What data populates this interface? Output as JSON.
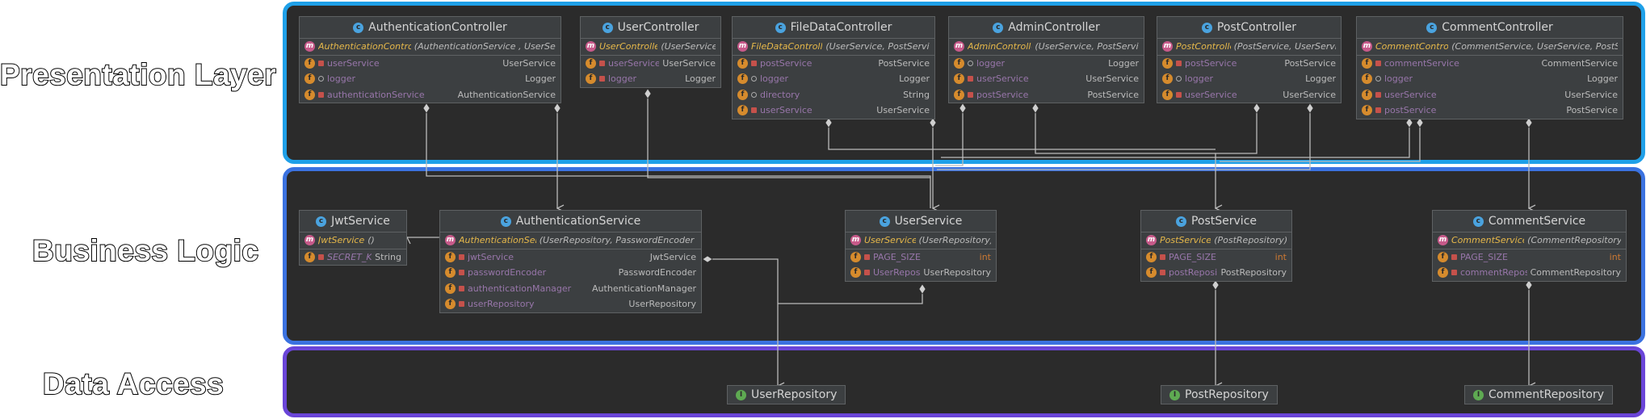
{
  "layers": {
    "presentation": "Presentation Layer",
    "business": "Business Logic",
    "data": "Data Access"
  },
  "colors": {
    "presentation_border": "#1fa0e8",
    "business_border": "#3b72e0",
    "data_border": "#6a45d8",
    "panel_bg": "#2b2b2b"
  },
  "classes": {
    "authController": {
      "name": "AuthenticationController",
      "ctor_name": "AuthenticationController",
      "ctor_args": "(AuthenticationService , UserService)",
      "fields": [
        {
          "name": "userService",
          "type": "UserService"
        },
        {
          "name": "logger",
          "type": "Logger"
        },
        {
          "name": "authenticationService",
          "type": "AuthenticationService"
        }
      ]
    },
    "userController": {
      "name": "UserController",
      "ctor_name": "UserController",
      "ctor_args": "(UserService)",
      "fields": [
        {
          "name": "userService",
          "type": "UserService"
        },
        {
          "name": "logger",
          "type": "Logger"
        }
      ]
    },
    "fileDataController": {
      "name": "FileDataController",
      "ctor_name": "FileDataController",
      "ctor_args": "(UserService, PostService)",
      "fields": [
        {
          "name": "postService",
          "type": "PostService"
        },
        {
          "name": "logger",
          "type": "Logger"
        },
        {
          "name": "directory",
          "type": "String"
        },
        {
          "name": "userService",
          "type": "UserService"
        }
      ]
    },
    "adminController": {
      "name": "AdminController",
      "ctor_name": "AdminController",
      "ctor_args": "(UserService, PostService)",
      "fields": [
        {
          "name": "logger",
          "type": "Logger"
        },
        {
          "name": "userService",
          "type": "UserService"
        },
        {
          "name": "postService",
          "type": "PostService"
        }
      ]
    },
    "postController": {
      "name": "PostController",
      "ctor_name": "PostController",
      "ctor_args": "(PostService, UserService)",
      "fields": [
        {
          "name": "postService",
          "type": "PostService"
        },
        {
          "name": "logger",
          "type": "Logger"
        },
        {
          "name": "userService",
          "type": "UserService"
        }
      ]
    },
    "commentController": {
      "name": "CommentController",
      "ctor_name": "CommentController",
      "ctor_args": "(CommentService, UserService, PostService)",
      "fields": [
        {
          "name": "commentService",
          "type": "CommentService"
        },
        {
          "name": "logger",
          "type": "Logger"
        },
        {
          "name": "userService",
          "type": "UserService"
        },
        {
          "name": "postService",
          "type": "PostService"
        }
      ]
    },
    "jwtService": {
      "name": "JwtService",
      "ctor_name": "JwtService",
      "ctor_args": "()",
      "fields": [
        {
          "name": "SECRET_KEY",
          "type": "String"
        }
      ]
    },
    "authService": {
      "name": "AuthenticationService",
      "ctor_name": "AuthenticationService",
      "ctor_args": "(UserRepository, PasswordEncoder , JwtServi",
      "fields": [
        {
          "name": "jwtService",
          "type": "JwtService"
        },
        {
          "name": "passwordEncoder",
          "type": "PasswordEncoder"
        },
        {
          "name": "authenticationManager",
          "type": "AuthenticationManager"
        },
        {
          "name": "userRepository",
          "type": "UserRepository"
        }
      ]
    },
    "userService": {
      "name": "UserService",
      "ctor_name": "UserService",
      "ctor_args": "(UserRepository)",
      "fields": [
        {
          "name": "PAGE_SIZE",
          "type": "int"
        },
        {
          "name": "UserRepository",
          "type": "UserRepository"
        }
      ]
    },
    "postService": {
      "name": "PostService",
      "ctor_name": "PostService",
      "ctor_args": "(PostRepository)",
      "fields": [
        {
          "name": "PAGE_SIZE",
          "type": "int"
        },
        {
          "name": "postRepository",
          "type": "PostRepository"
        }
      ]
    },
    "commentService": {
      "name": "CommentService",
      "ctor_name": "CommentService",
      "ctor_args": "(CommentRepository)",
      "fields": [
        {
          "name": "PAGE_SIZE",
          "type": "int"
        },
        {
          "name": "commentRepository",
          "type": "CommentRepository"
        }
      ]
    }
  },
  "interfaces": {
    "userRepository": "UserRepository",
    "postRepository": "PostRepository",
    "commentRepository": "CommentRepository"
  }
}
